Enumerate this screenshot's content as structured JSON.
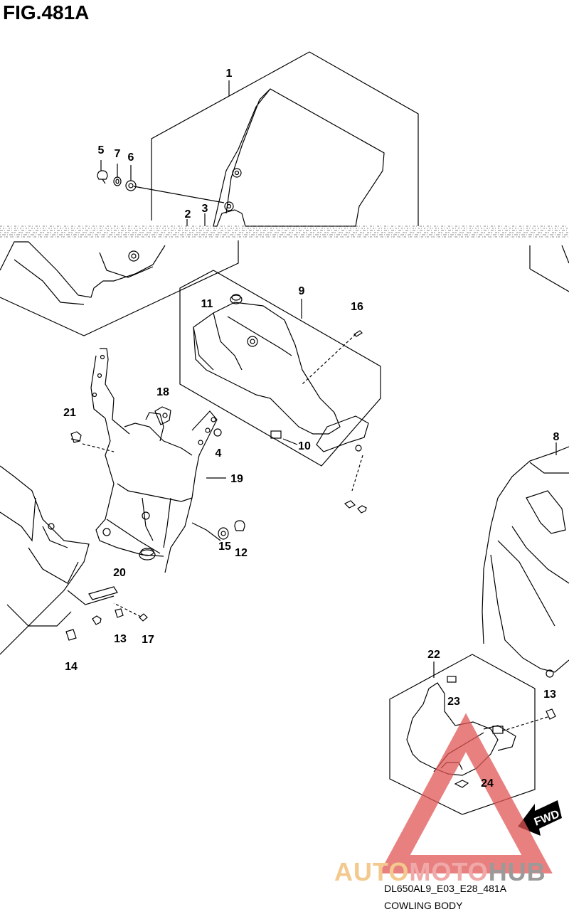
{
  "figure": {
    "title": "FIG.481A",
    "code": "DL650AL9_E03_E28_481A",
    "name": "COWLING BODY"
  },
  "callouts": [
    {
      "id": "c1",
      "label": "1"
    },
    {
      "id": "c2",
      "label": "2"
    },
    {
      "id": "c3",
      "label": "3"
    },
    {
      "id": "c4",
      "label": "4"
    },
    {
      "id": "c5",
      "label": "5"
    },
    {
      "id": "c6",
      "label": "6"
    },
    {
      "id": "c7",
      "label": "7"
    },
    {
      "id": "c8",
      "label": "8"
    },
    {
      "id": "c9",
      "label": "9"
    },
    {
      "id": "c10",
      "label": "10"
    },
    {
      "id": "c11",
      "label": "11"
    },
    {
      "id": "c12",
      "label": "12"
    },
    {
      "id": "c13a",
      "label": "13"
    },
    {
      "id": "c13b",
      "label": "13"
    },
    {
      "id": "c14",
      "label": "14"
    },
    {
      "id": "c15",
      "label": "15"
    },
    {
      "id": "c16",
      "label": "16"
    },
    {
      "id": "c17",
      "label": "17"
    },
    {
      "id": "c18",
      "label": "18"
    },
    {
      "id": "c19",
      "label": "19"
    },
    {
      "id": "c20",
      "label": "20"
    },
    {
      "id": "c21",
      "label": "21"
    },
    {
      "id": "c22",
      "label": "22"
    },
    {
      "id": "c23",
      "label": "23"
    },
    {
      "id": "c24",
      "label": "24"
    }
  ],
  "fwd_label": "FWD",
  "watermark": {
    "part1": "AUTO",
    "part2": "MOTO",
    "part3": "HUB"
  }
}
